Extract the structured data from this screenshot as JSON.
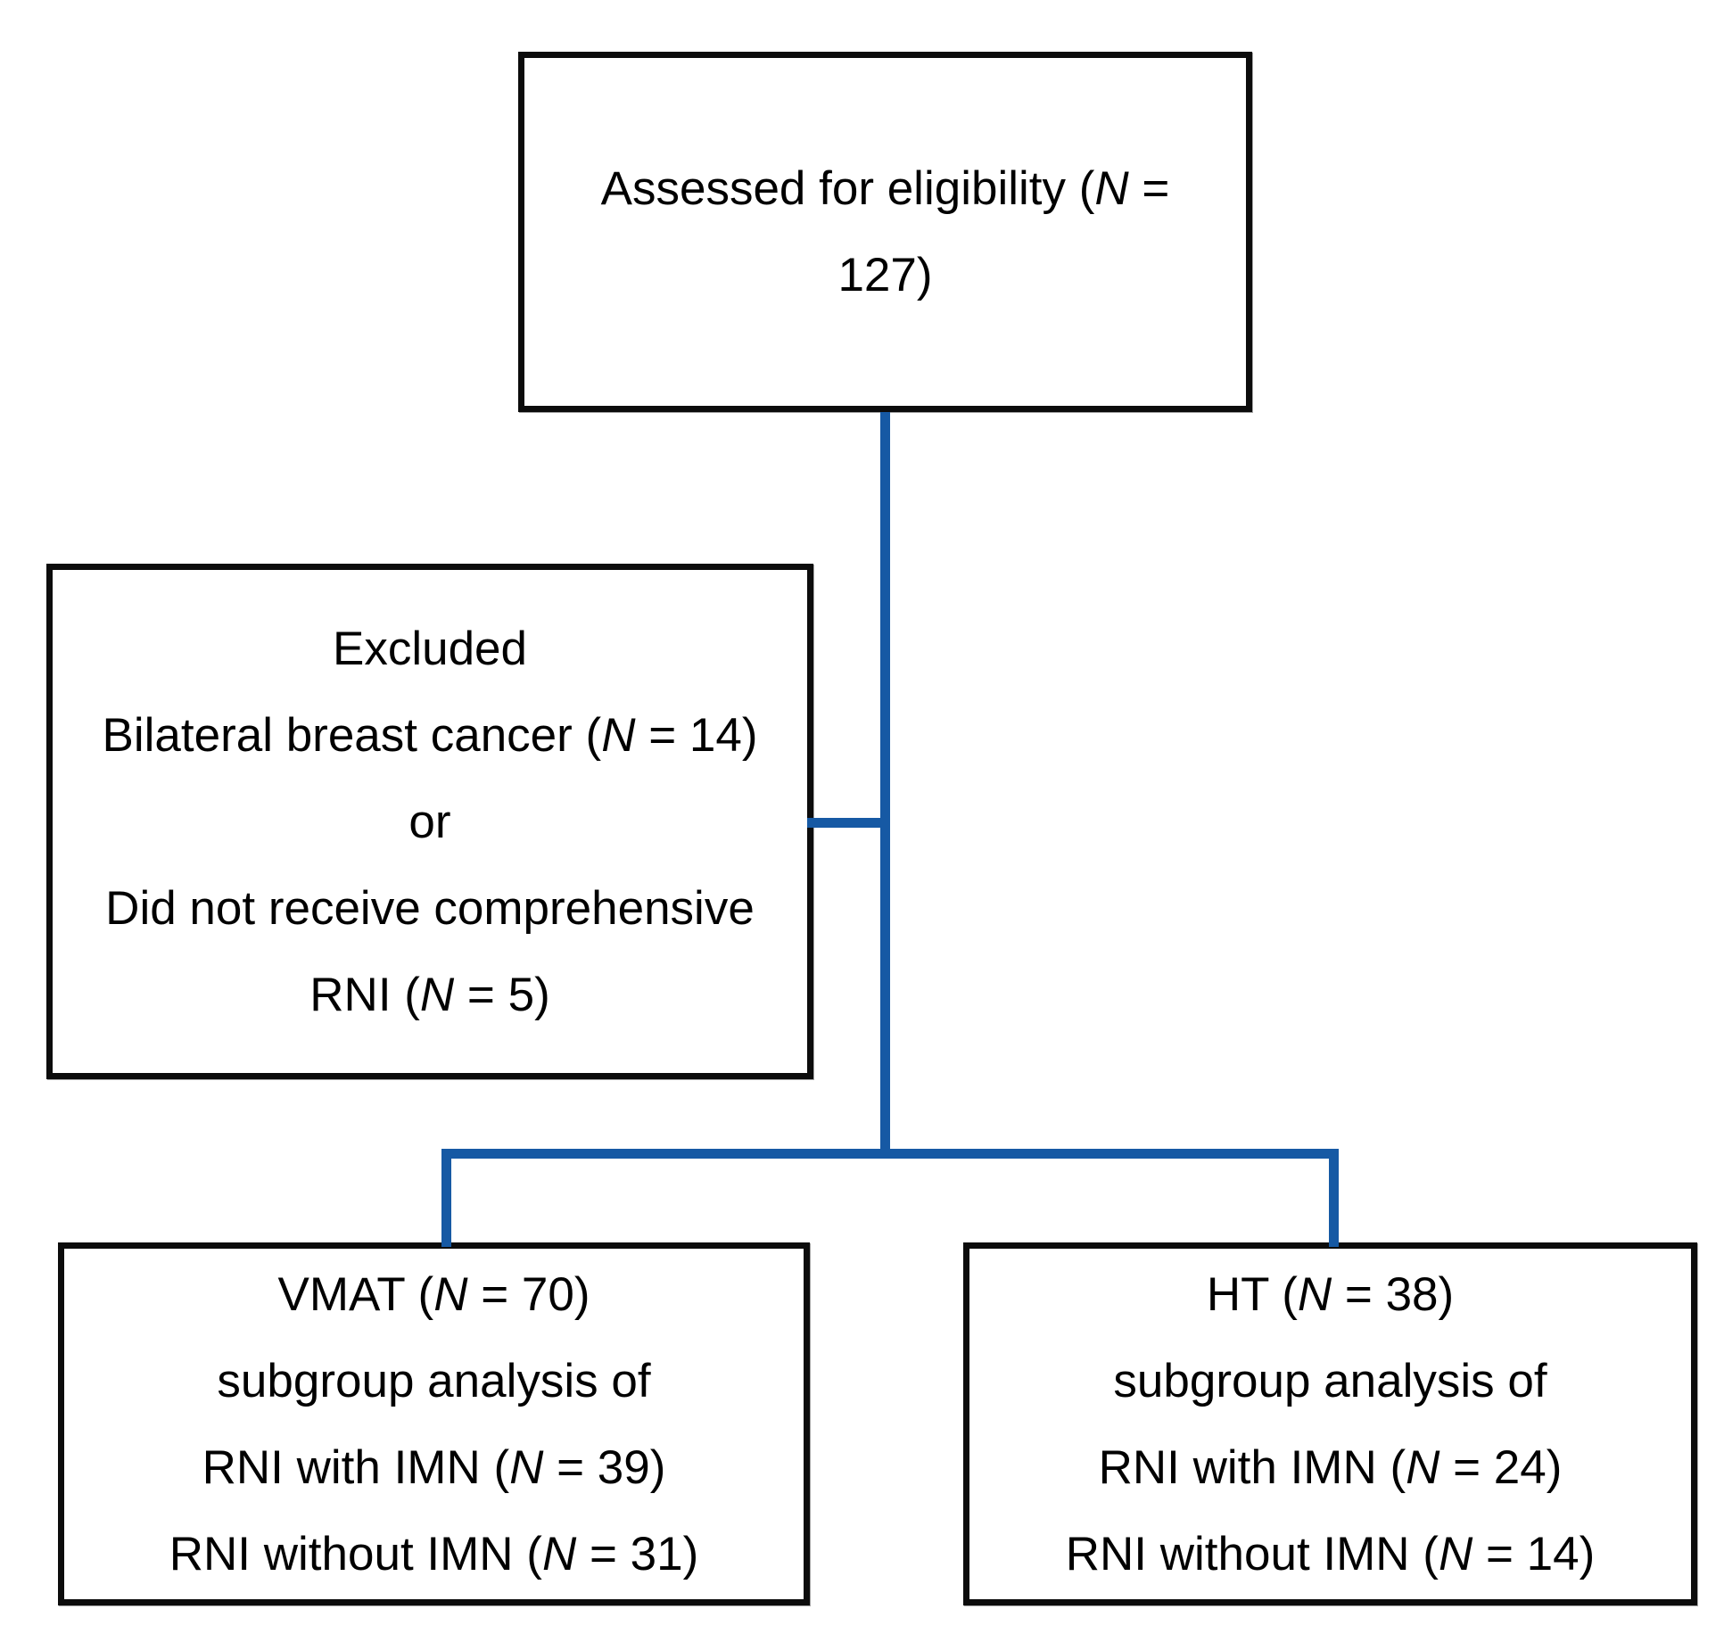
{
  "colors": {
    "connector_blue": "#1659a4",
    "box_border": "#0c0c0c",
    "background": "#ffffff",
    "text": "#000000"
  },
  "diagram": {
    "type": "consort-flowchart",
    "boxes": {
      "eligibility": {
        "label": "Assessed for eligibility",
        "n": "127",
        "lines": [
          [
            {
              "t": "Assessed for eligibility ("
            },
            {
              "t": "N",
              "i": true
            },
            {
              "t": " ="
            }
          ],
          [
            {
              "t": "127)"
            }
          ]
        ]
      },
      "excluded": {
        "label": "Excluded",
        "lines": [
          [
            {
              "t": "Excluded"
            }
          ],
          [
            {
              "t": "Bilateral breast cancer ("
            },
            {
              "t": "N",
              "i": true
            },
            {
              "t": " = 14)"
            }
          ],
          [
            {
              "t": "or"
            }
          ],
          [
            {
              "t": "Did not receive comprehensive"
            }
          ],
          [
            {
              "t": "RNI ("
            },
            {
              "t": "N",
              "i": true
            },
            {
              "t": " = 5)"
            }
          ]
        ]
      },
      "vmat": {
        "label": "VMAT",
        "n": "70",
        "lines": [
          [
            {
              "t": "VMAT ("
            },
            {
              "t": "N",
              "i": true
            },
            {
              "t": " = 70)"
            }
          ],
          [
            {
              "t": "subgroup analysis of"
            }
          ],
          [
            {
              "t": "RNI with IMN ("
            },
            {
              "t": "N",
              "i": true
            },
            {
              "t": " = 39)"
            }
          ],
          [
            {
              "t": "RNI without IMN ("
            },
            {
              "t": "N",
              "i": true
            },
            {
              "t": " = 31)"
            }
          ]
        ]
      },
      "ht": {
        "label": "HT",
        "n": "38",
        "lines": [
          [
            {
              "t": "HT ("
            },
            {
              "t": "N",
              "i": true
            },
            {
              "t": " = 38)"
            }
          ],
          [
            {
              "t": "subgroup analysis of"
            }
          ],
          [
            {
              "t": "RNI with IMN ("
            },
            {
              "t": "N",
              "i": true
            },
            {
              "t": " = 24)"
            }
          ],
          [
            {
              "t": "RNI without IMN ("
            },
            {
              "t": "N",
              "i": true
            },
            {
              "t": " = 14)"
            }
          ]
        ]
      }
    },
    "edges": [
      {
        "from": "eligibility",
        "to": "excluded"
      },
      {
        "from": "eligibility",
        "to": "vmat"
      },
      {
        "from": "eligibility",
        "to": "ht"
      }
    ]
  }
}
